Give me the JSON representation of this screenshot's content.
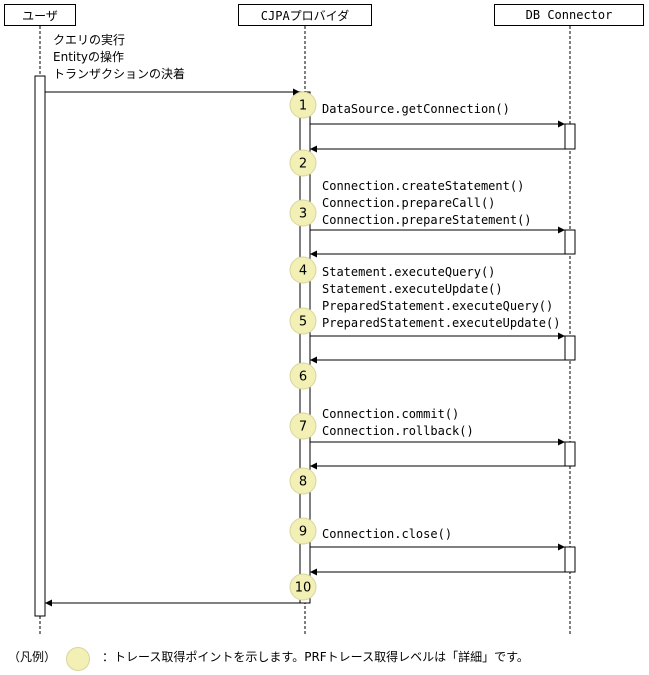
{
  "participants": [
    {
      "id": "user",
      "label": "ユーザ"
    },
    {
      "id": "cjpa",
      "label": "CJPAプロバイダ"
    },
    {
      "id": "db",
      "label": "DB Connector"
    }
  ],
  "user_request": {
    "lines": [
      "クエリの実行",
      "Entityの操作",
      "トランザクションの決着"
    ]
  },
  "trace_points": [
    "1",
    "2",
    "3",
    "4",
    "5",
    "6",
    "7",
    "8",
    "9",
    "10"
  ],
  "calls": [
    {
      "lines": [
        "DataSource.getConnection()"
      ]
    },
    {
      "lines": [
        "Connection.createStatement()",
        "Connection.prepareCall()",
        "Connection.prepareStatement()"
      ]
    },
    {
      "lines": [
        "Statement.executeQuery()",
        "Statement.executeUpdate()",
        "PreparedStatement.executeQuery()",
        "PreparedStatement.executeUpdate()"
      ]
    },
    {
      "lines": [
        "Connection.commit()",
        "Connection.rollback()"
      ]
    },
    {
      "lines": [
        "Connection.close()"
      ]
    }
  ],
  "legend": {
    "prefix": "（凡例）",
    "description": "：トレース取得ポイントを示します。PRFトレース取得レベルは「詳細」です。"
  },
  "colors": {
    "line": "#000000",
    "trace_point_fill": "#f2f0b4",
    "trace_point_stroke": "#d8d59a"
  }
}
